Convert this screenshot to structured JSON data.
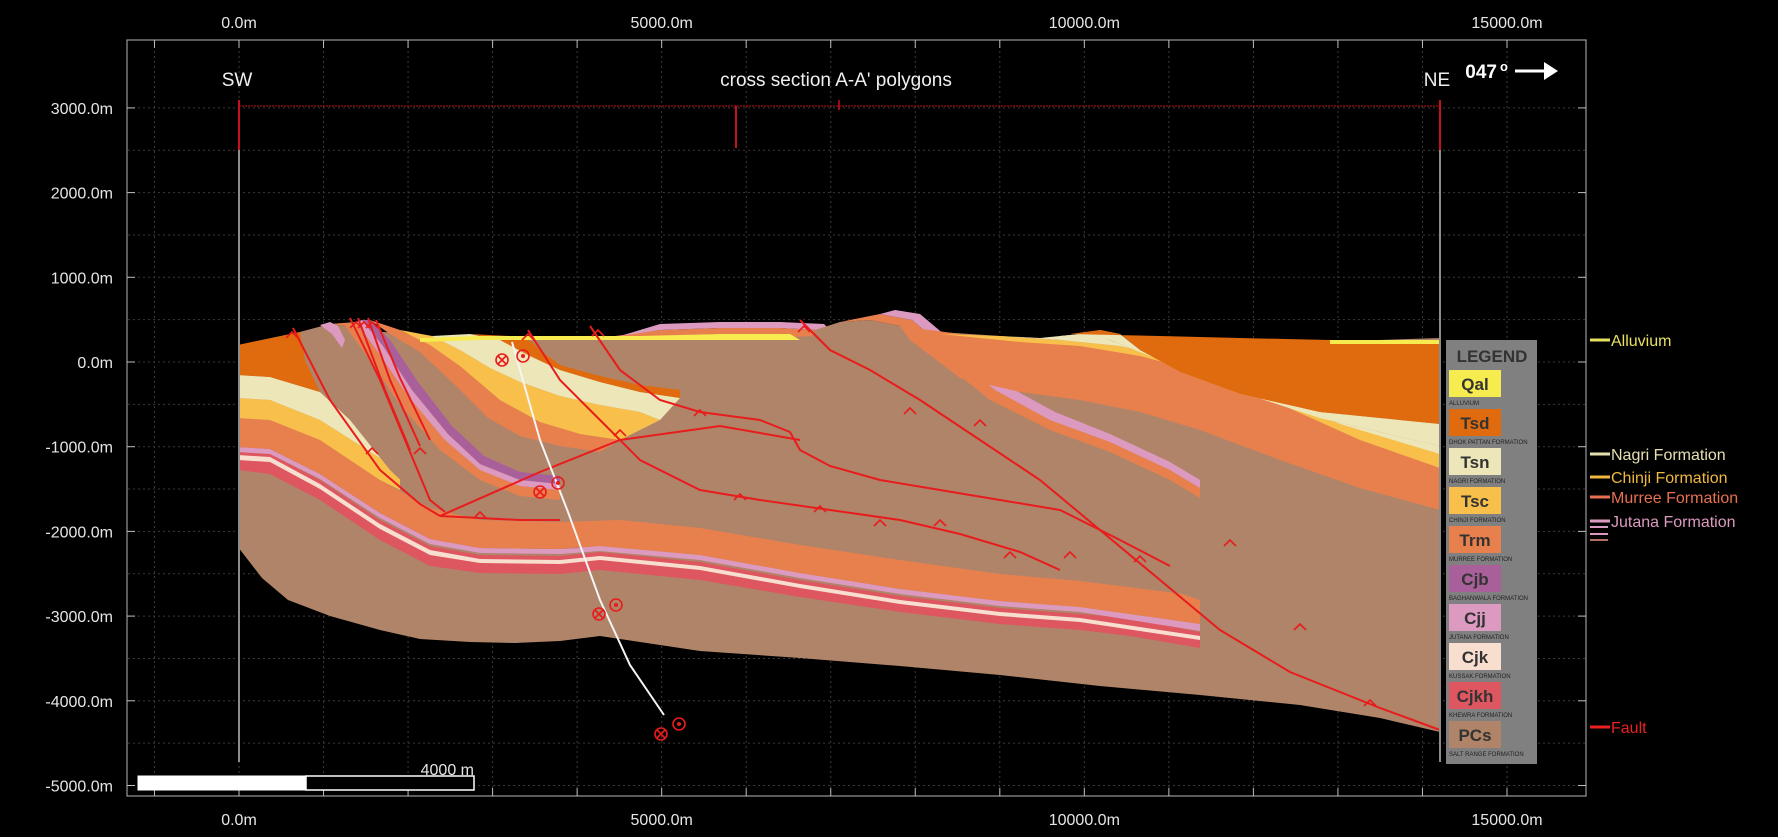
{
  "title": "cross section A-A' polygons",
  "endpoints": {
    "left": "SW",
    "right": "NE"
  },
  "azimuth": {
    "value": "047",
    "unit": "o"
  },
  "axes": {
    "x_ticks_top": [
      "0.0m",
      "5000.0m",
      "10000.0m",
      "15000.0m"
    ],
    "x_ticks_bottom": [
      "0.0m",
      "5000.0m",
      "10000.0m",
      "15000.0m"
    ],
    "y_ticks": [
      "3000.0m",
      "2000.0m",
      "1000.0m",
      "0.0m",
      "-1000.0m",
      "-2000.0m",
      "-3000.0m",
      "-4000.0m",
      "-5000.0m"
    ]
  },
  "scale_bar": {
    "label": "4000 m"
  },
  "legend": {
    "title": "LEGEND",
    "items": [
      {
        "code": "Qal",
        "desc": "ALLUVIUM",
        "color": "#f6ec4f"
      },
      {
        "code": "Tsd",
        "desc": "DHOK PATTAN FORMATION",
        "color": "#e06a0e"
      },
      {
        "code": "Tsn",
        "desc": "NAGRI FORMATION",
        "color": "#ece6b8"
      },
      {
        "code": "Tsc",
        "desc": "CHINJI FORMATION",
        "color": "#f8c04a"
      },
      {
        "code": "Trm",
        "desc": "MURREE FORMATION",
        "color": "#e8804e"
      },
      {
        "code": "Cjb",
        "desc": "BAGHANWALA FORMATION",
        "color": "#a9609a"
      },
      {
        "code": "Cjj",
        "desc": "JUTANA FORMATION",
        "color": "#dc9ac0"
      },
      {
        "code": "Cjk",
        "desc": "KUSSAK FORMATION",
        "color": "#f8dece"
      },
      {
        "code": "Cjkh",
        "desc": "KHEWRA FORMATION",
        "color": "#de5660"
      },
      {
        "code": "PCs",
        "desc": "SALT RANGE FORMATION",
        "color": "#b08468"
      }
    ]
  },
  "side_labels": [
    {
      "text": "Alluvium",
      "color": "#e8e060"
    },
    {
      "text": "Nagri Formation",
      "color": "#e6e0b0"
    },
    {
      "text": "Chinji Formation",
      "color": "#f0b840"
    },
    {
      "text": "Murree Formation",
      "color": "#e87050"
    },
    {
      "text": "Jutana Formation",
      "color": "#dc9ac0"
    },
    {
      "text": "Fault",
      "color": "#e82020"
    }
  ],
  "colors": {
    "fault": "#e81c1c",
    "section_line": "#c8101c",
    "alluvium": "#f6ec4f",
    "dhok_pattan": "#e06a0e",
    "nagri": "#ece6b8",
    "chinji": "#f8c04a",
    "murree": "#e8804e",
    "baghanwala": "#a9609a",
    "jutana": "#dc9ac0",
    "kussak": "#f8dece",
    "khewra": "#de5660",
    "salt_range": "#b08468"
  }
}
